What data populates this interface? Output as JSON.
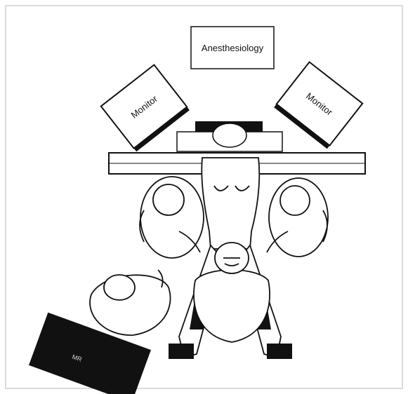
{
  "labels": {
    "anesthesiology": "Anesthesiology",
    "monitor_left": "Monitor",
    "monitor_right": "Monitor",
    "mayo_stand": "MR"
  },
  "colors": {
    "ink": "#111111",
    "paper": "#ffffff",
    "border": "#cfcfcf"
  }
}
